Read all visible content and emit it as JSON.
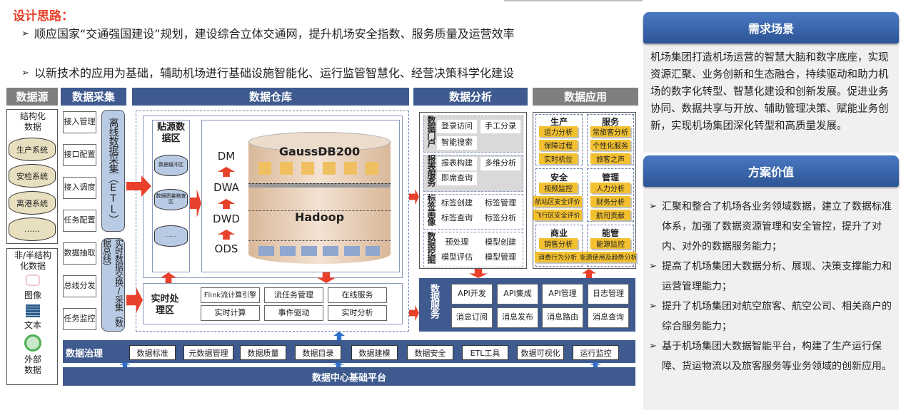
{
  "intro": {
    "title": "设计思路：",
    "bullets": [
      "顺应国家“交通强国建设”规划，建设综合立体交通网，提升机场安全指数、服务质量及运营效率",
      "以新技术的应用为基础，辅助机场进行基础设施智能化、运行监管智慧化、经营决策科学化建设"
    ]
  },
  "headers": {
    "source": "数据源",
    "collect": "数据采集",
    "warehouse": "数据仓库",
    "analysis": "数据分析",
    "application": "数据应用"
  },
  "source": {
    "structured": "结构化数据",
    "systems": [
      "生产系统",
      "安检系统",
      "离港系统",
      "……"
    ],
    "unstructured": "非/半结构化数据",
    "types": [
      "图像",
      "文本",
      "外部数据"
    ]
  },
  "collect": {
    "items": [
      "接入管理",
      "接口配置",
      "接入调度",
      "任务配置",
      "数据抽取",
      "总线分发",
      "任务监控"
    ],
    "offline": "离线数据采集（ETL）",
    "realtime": "实时数据交换/采集（数据总线）"
  },
  "warehouse": {
    "ods_zone": "贴源数据区",
    "ods_items": [
      "数据缓冲区",
      "数据质量稽查区",
      "……"
    ],
    "layers": [
      "DM",
      "DWA",
      "DWD",
      "ODS"
    ],
    "gauss": "GaussDB200",
    "hadoop": "Hadoop",
    "rt_zone": "实时处理区",
    "rt_items": [
      "Flink流计算引擎",
      "流任务管理",
      "在线服务",
      "实时计算",
      "事件驱动",
      "实时分析"
    ]
  },
  "analysis": {
    "sections": [
      {
        "label": "数据门户",
        "items": [
          "登录访问",
          "手工分录",
          "智能搜索"
        ]
      },
      {
        "label": "报表服务",
        "items": [
          "报表构建",
          "多维分析",
          "即席查询"
        ]
      },
      {
        "label": "标签画像",
        "items": [
          "标签创建",
          "标签管理",
          "标签查询",
          "标签分析"
        ]
      },
      {
        "label": "数据挖掘",
        "items": [
          "预处理",
          "模型创建",
          "模型评估",
          "模型管理"
        ]
      }
    ]
  },
  "service": {
    "label": "数据服务",
    "items": [
      "API开发",
      "API集成",
      "API管理",
      "日志管理",
      "消息订阅",
      "消息发布",
      "消息路由",
      "消息查询"
    ]
  },
  "application": {
    "groups": [
      {
        "title": "生产",
        "items": [
          "运力分析",
          "保障过程",
          "实时机位"
        ]
      },
      {
        "title": "服务",
        "items": [
          "常旅客分析",
          "个性化服务",
          "旅客之声"
        ]
      },
      {
        "title": "安全",
        "items": [
          "视频监控",
          "航站区安全评价",
          "飞行区安全评价"
        ]
      },
      {
        "title": "管理",
        "items": [
          "人力分析",
          "财务分析",
          "航司贡献"
        ]
      },
      {
        "title": "商业",
        "items": [
          "销售分析",
          "消费行为分析"
        ]
      },
      {
        "title": "能管",
        "items": [
          "能源监控",
          "能源使用及趋势分析"
        ]
      }
    ]
  },
  "governance": {
    "label": "数据治理",
    "items": [
      "数据标准",
      "元数据管理",
      "数据质量",
      "数据目录",
      "数据建模",
      "数据安全",
      "ETL工具",
      "数据可视化",
      "运行监控"
    ]
  },
  "platform": "数据中心基础平台",
  "right": {
    "scene_title": "需求场景",
    "scene_text": "机场集团打造机场运营的智慧大脑和数字底座，实现资源汇聚、业务创新和生态融合，持续驱动和助力机场的数字化转型、智慧化建设和创新发展。促进业务协同、数据共享与开放、辅助管理决策、赋能业务创新，实现机场集团深化转型和高质量发展。",
    "value_title": "方案价值",
    "value_bullets": [
      "汇聚和整合了机场各业务领域数据，建立了数据标准体系，加强了数据资源管理和安全管控，提升了对内、对外的数据服务能力；",
      "提高了机场集团大数据分析、展现、决策支撑能力和运营管理能力；",
      "提升了机场集团对航空旅客、航空公司、相关商户的综合服务能力；",
      "基于机场集团大数据智能平台，构建了生产运行保障、货运物流以及旅客服务等业务领域的创新应用。"
    ]
  }
}
